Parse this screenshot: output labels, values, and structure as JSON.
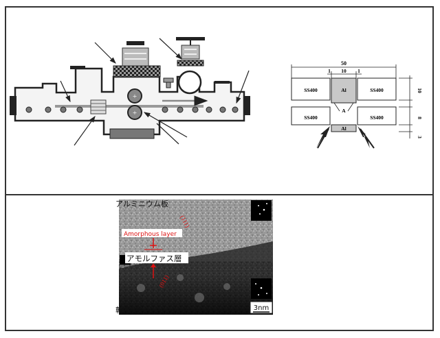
{
  "joint_diagram": {
    "dim_total": "50",
    "dim_left_gap": "1",
    "dim_center": "10",
    "dim_right_gap": "1",
    "dim_right_top": "10",
    "dim_right_mid": "8",
    "dim_right_bottom": "3",
    "steel_top_left": "SS400",
    "steel_top_right": "SS400",
    "steel_bottom_left": "SS400",
    "steel_bottom_right": "SS400",
    "aluminum_top": "Al",
    "aluminum_bottom": "Al",
    "point_marker": "A"
  },
  "tem_image": {
    "aluminum_plate_label": "アルミニウム板",
    "aluminum_plane_label": "(111)",
    "amorphous_layer_en": "Amorphous layer",
    "amorphous_layer_jp": "アモルファス層",
    "steel_plane_label": "(011)",
    "steel_plate_label": "軟 鋼 板",
    "scale_bar": "3nm"
  },
  "colors": {
    "frame": "#333333",
    "annotation_red": "#dd1111",
    "aluminum_fill": "#c8c8c8"
  }
}
